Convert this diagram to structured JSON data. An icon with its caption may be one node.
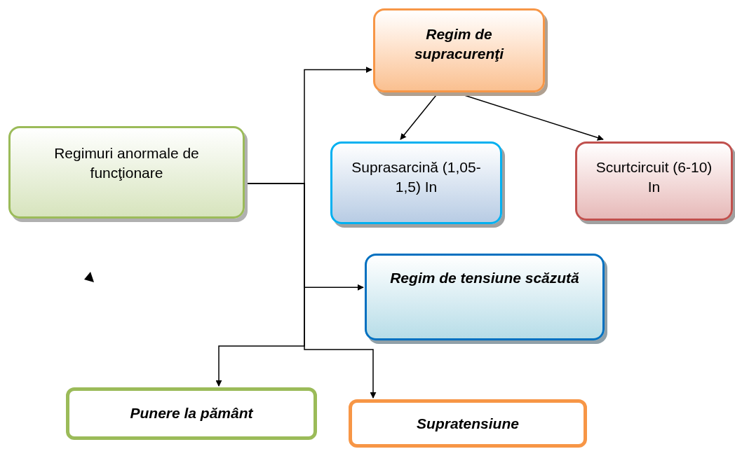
{
  "diagram": {
    "nodes": [
      {
        "text": [
          "Regimuri anormale de funcţionare"
        ]
      },
      {
        "text": [
          "Regim de supracurenţi"
        ]
      },
      {
        "text": [
          "Suprasarcină (1,05-1,5) In"
        ]
      },
      {
        "text": [
          "Scurtcircuit (6-10) In"
        ]
      },
      {
        "text": [
          "Regim de tensiune scăzută"
        ]
      },
      {
        "text": [
          "Punere la pământ"
        ]
      },
      {
        "text": [
          "Supratensiune"
        ]
      }
    ],
    "edges": [
      {
        "from": 0,
        "to": 1,
        "arrow": "to"
      },
      {
        "from": 0,
        "to": 4,
        "arrow": "to"
      },
      {
        "from": 0,
        "to": 5,
        "arrow": "to"
      },
      {
        "from": 0,
        "to": 6,
        "arrow": "to"
      },
      {
        "from": 1,
        "to": 2,
        "arrow": "to"
      },
      {
        "from": 1,
        "to": 3,
        "arrow": "to"
      }
    ]
  }
}
